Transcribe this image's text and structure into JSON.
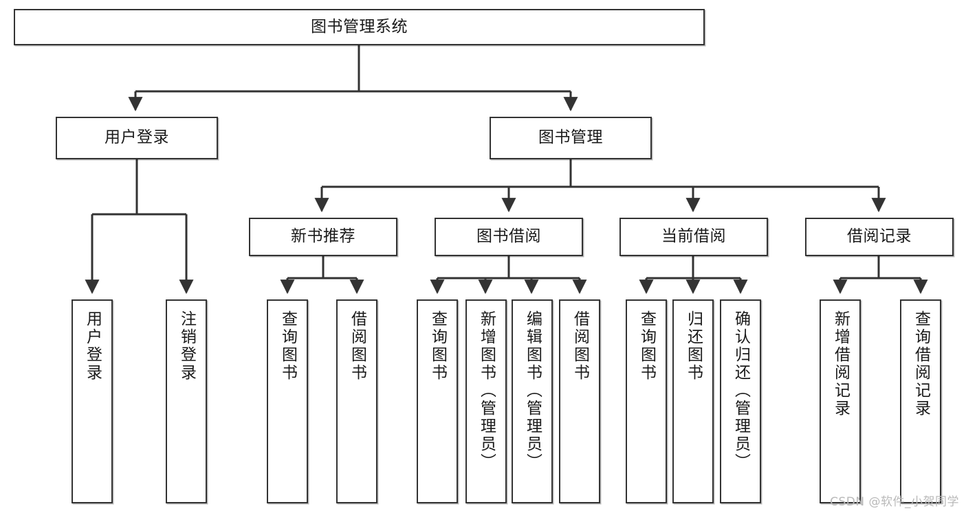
{
  "diagram": {
    "title": "图书管理系统",
    "type": "tree-hierarchy",
    "watermark": "CSDN @软件_小贺同学",
    "colors": {
      "box_border": "#333333",
      "box_fill": "#ffffff",
      "edge": "#333333",
      "text": "#1a1a1a",
      "watermark": "#b9b9b9",
      "background": "#ffffff"
    },
    "nodes": {
      "root": {
        "label": "图书管理系统",
        "level": 0,
        "orientation": "horizontal"
      },
      "user_login": {
        "label": "用户登录",
        "level": 1,
        "orientation": "horizontal"
      },
      "book_manage": {
        "label": "图书管理",
        "level": 1,
        "orientation": "horizontal"
      },
      "new_book_rec": {
        "label": "新书推荐",
        "level": 2,
        "orientation": "horizontal"
      },
      "book_borrow": {
        "label": "图书借阅",
        "level": 2,
        "orientation": "horizontal"
      },
      "current_borrow": {
        "label": "当前借阅",
        "level": 2,
        "orientation": "horizontal"
      },
      "borrow_record": {
        "label": "借阅记录",
        "level": 2,
        "orientation": "horizontal"
      },
      "leaf_user_login": {
        "label": "用户登录",
        "level": 3,
        "orientation": "vertical"
      },
      "leaf_logout": {
        "label": "注销登录",
        "level": 3,
        "orientation": "vertical"
      },
      "leaf_query_book_1": {
        "label": "查询图书",
        "level": 3,
        "orientation": "vertical"
      },
      "leaf_borrow_book_1": {
        "label": "借阅图书",
        "level": 3,
        "orientation": "vertical"
      },
      "leaf_query_book_2": {
        "label": "查询图书",
        "level": 3,
        "orientation": "vertical"
      },
      "leaf_add_book": {
        "label": "新增图书（管理员）",
        "level": 3,
        "orientation": "vertical"
      },
      "leaf_edit_book": {
        "label": "编辑图书（管理员）",
        "level": 3,
        "orientation": "vertical"
      },
      "leaf_borrow_book_2": {
        "label": "借阅图书",
        "level": 3,
        "orientation": "vertical"
      },
      "leaf_query_book_3": {
        "label": "查询图书",
        "level": 3,
        "orientation": "vertical"
      },
      "leaf_return_book": {
        "label": "归还图书",
        "level": 3,
        "orientation": "vertical"
      },
      "leaf_confirm_return": {
        "label": "确认归还（管理员）",
        "level": 3,
        "orientation": "vertical"
      },
      "leaf_add_record": {
        "label": "新增借阅记录",
        "level": 3,
        "orientation": "vertical"
      },
      "leaf_query_record": {
        "label": "查询借阅记录",
        "level": 3,
        "orientation": "vertical"
      }
    },
    "edges": [
      {
        "from": "root",
        "to": "user_login"
      },
      {
        "from": "root",
        "to": "book_manage"
      },
      {
        "from": "user_login",
        "to": "leaf_user_login"
      },
      {
        "from": "user_login",
        "to": "leaf_logout"
      },
      {
        "from": "book_manage",
        "to": "new_book_rec"
      },
      {
        "from": "book_manage",
        "to": "book_borrow"
      },
      {
        "from": "book_manage",
        "to": "current_borrow"
      },
      {
        "from": "book_manage",
        "to": "borrow_record"
      },
      {
        "from": "new_book_rec",
        "to": "leaf_query_book_1"
      },
      {
        "from": "new_book_rec",
        "to": "leaf_borrow_book_1"
      },
      {
        "from": "book_borrow",
        "to": "leaf_query_book_2"
      },
      {
        "from": "book_borrow",
        "to": "leaf_add_book"
      },
      {
        "from": "book_borrow",
        "to": "leaf_edit_book"
      },
      {
        "from": "book_borrow",
        "to": "leaf_borrow_book_2"
      },
      {
        "from": "current_borrow",
        "to": "leaf_query_book_3"
      },
      {
        "from": "current_borrow",
        "to": "leaf_return_book"
      },
      {
        "from": "current_borrow",
        "to": "leaf_confirm_return"
      },
      {
        "from": "borrow_record",
        "to": "leaf_add_record"
      },
      {
        "from": "borrow_record",
        "to": "leaf_query_record"
      }
    ]
  }
}
